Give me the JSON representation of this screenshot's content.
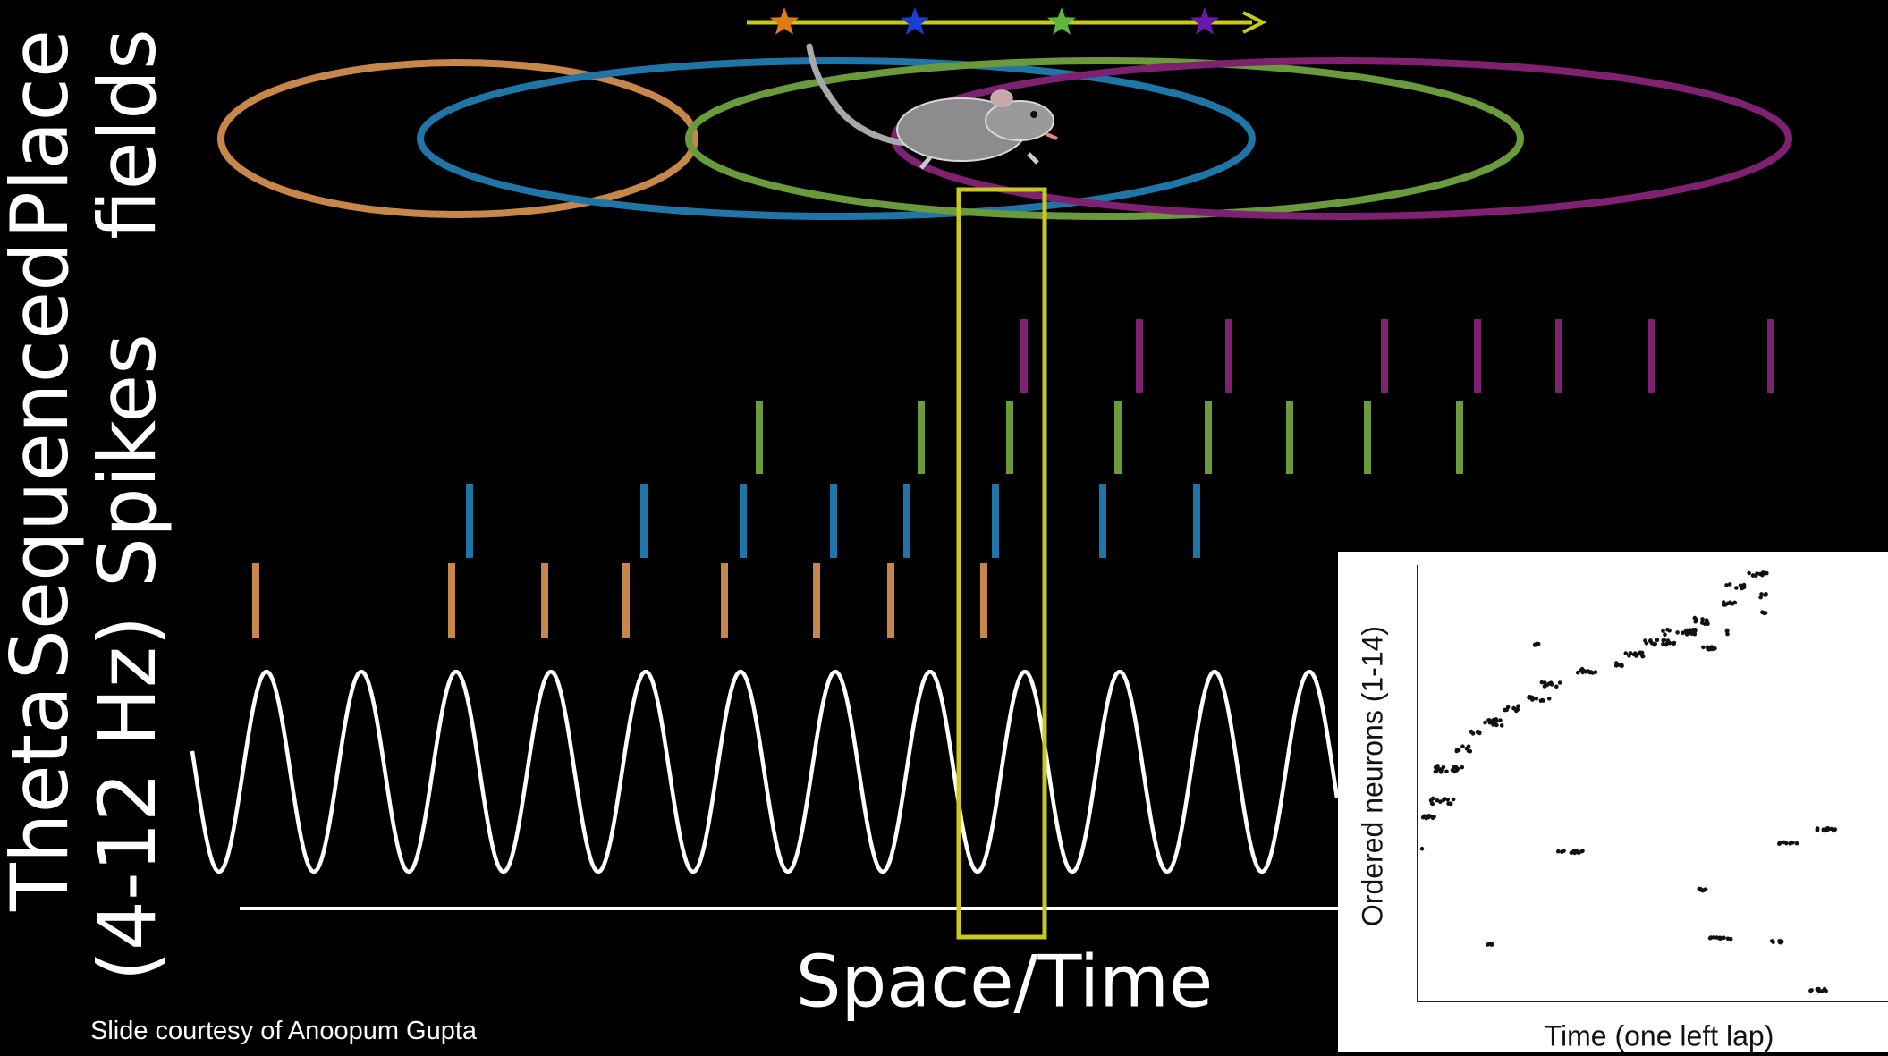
{
  "labels": {
    "place_fields": [
      "Place",
      "fields"
    ],
    "sequenced_spikes": [
      "Sequenced",
      "Spikes"
    ],
    "theta": [
      "Theta",
      "(4-12 Hz)"
    ],
    "x_axis": "Space/Time",
    "credit": "Slide courtesy of Anoopum Gupta"
  },
  "colors": {
    "orange": "#c8874a",
    "blue": "#1f75a6",
    "green": "#6a9a3c",
    "purple": "#7d2170",
    "track": "#c8c81e",
    "window": "#c8c81e",
    "star_orange": "#e07b1a",
    "star_blue": "#1a3fd6",
    "star_green": "#5cb83a",
    "star_purple": "#6a1aa8"
  },
  "icons": [
    "rat-icon",
    "star-icon",
    "arrow-icon"
  ],
  "inset": {
    "x_label": "Time (one left lap)",
    "y_label": "Ordered neurons (1-14)"
  }
}
